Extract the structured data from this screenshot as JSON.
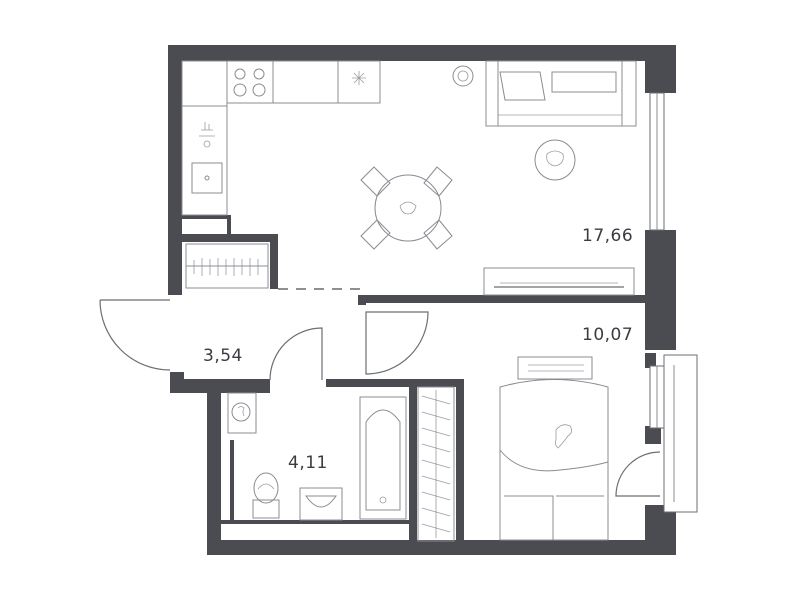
{
  "rooms": {
    "living_kitchen_area": "17,66",
    "bedroom_area": "10,07",
    "hall_area": "3,54",
    "bathroom_area": "4,11"
  },
  "colors": {
    "wall": "#4a4c52",
    "furniture_line": "#8a8c92",
    "background": "#ffffff"
  }
}
